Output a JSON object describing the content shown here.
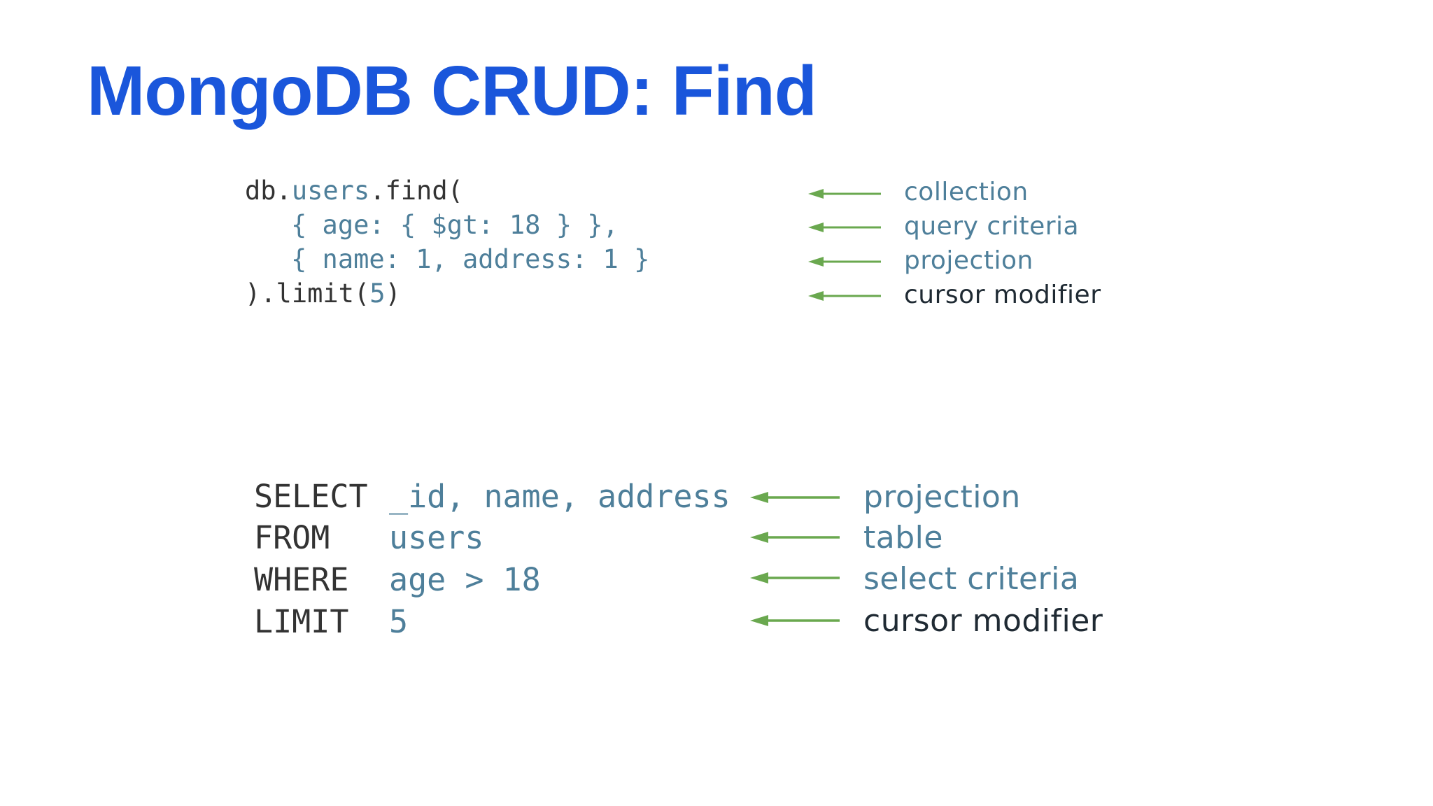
{
  "slide": {
    "title": "MongoDB CRUD: Find"
  },
  "colors": {
    "title": "#1a56db",
    "code_keyword": "#333333",
    "code_value": "#4e7f9a",
    "arrow": "#6aa84f",
    "label_accent": "#4e7f9a",
    "label_dark": "#1f2a33"
  },
  "mongo": {
    "lines": [
      {
        "parts": [
          "db.",
          "users",
          ".find("
        ]
      },
      {
        "parts": [
          "{ age: { $gt: 18 } },"
        ]
      },
      {
        "parts": [
          "{ name: 1, address: 1 }"
        ]
      },
      {
        "parts": [
          ").limit(",
          "5",
          ")"
        ]
      }
    ],
    "labels": [
      "collection",
      "query criteria",
      "projection",
      "cursor modifier"
    ]
  },
  "sql": {
    "rows": [
      {
        "keyword": "SELECT",
        "value": "_id, name, address",
        "label": "projection"
      },
      {
        "keyword": "FROM",
        "value": "users",
        "label": "table"
      },
      {
        "keyword": "WHERE",
        "value": "age > 18",
        "label": "select criteria"
      },
      {
        "keyword": "LIMIT",
        "value": "5",
        "label": "cursor modifier"
      }
    ]
  }
}
